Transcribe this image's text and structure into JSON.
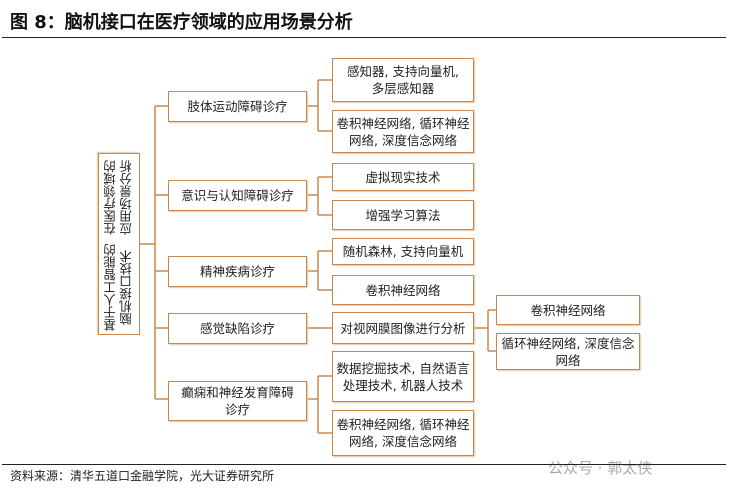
{
  "title": "图 8：脑机接口在医疗领域的应用场景分析",
  "root": {
    "line1": "基于人工智能的脑机接口技术",
    "line2": "在医疗领域的应用场景分析"
  },
  "categories": [
    {
      "label": "肢体运动障碍诊疗",
      "methods": [
        "感知器, 支持向量机, 多层感知器",
        "卷积神经网络, 循环神经网络, 深度信念网络"
      ]
    },
    {
      "label": "意识与认知障碍诊疗",
      "methods": [
        "虚拟现实技术",
        "增强学习算法"
      ]
    },
    {
      "label": "精神疾病诊疗",
      "methods": [
        "随机森林, 支持向量机",
        "卷积神经网络"
      ]
    },
    {
      "label": "感觉缺陷诊疗",
      "methods": [
        "对视网膜图像进行分析"
      ],
      "sub_methods": [
        "卷积神经网络",
        "循环神经网络, 深度信念网络"
      ]
    },
    {
      "label": "癫痫和神经发育障碍诊疗",
      "methods": [
        "数据挖掘技术, 自然语言处理技术, 机器人技术",
        "卷积神经网络, 循环神经网络, 深度信念网络"
      ]
    }
  ],
  "source": "资料来源：清华五道口金融学院，光大证券研究所",
  "watermark": "公众号 · 郭太侠",
  "colors": {
    "border": "#c9874f"
  }
}
